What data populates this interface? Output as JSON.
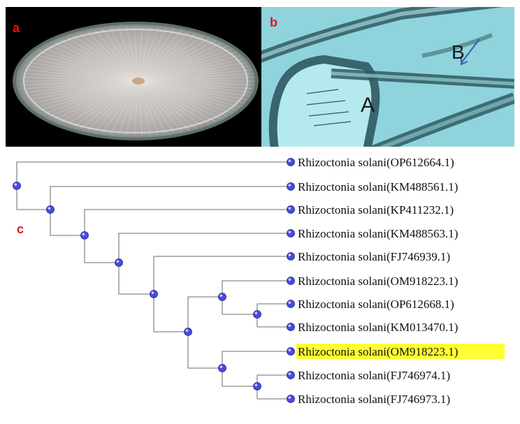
{
  "panels": {
    "a": {
      "label": "a"
    },
    "b": {
      "label": "b",
      "annotation_A": "A",
      "annotation_B": "B"
    },
    "c": {
      "label": "c"
    }
  },
  "tree": {
    "leaves": [
      "Rhizoctonia solani(OP612664.1)",
      "Rhizoctonia solani(KM488561.1)",
      "Rhizoctonia solani(KP411232.1)",
      "Rhizoctonia solani(KM488563.1)",
      "Rhizoctonia solani(FJ746939.1)",
      "Rhizoctonia solani(OM918223.1)",
      "Rhizoctonia solani(OP612668.1)",
      "Rhizoctonia solani(KM013470.1)",
      "Rhizoctonia solani(OM918223.1)",
      "Rhizoctonia solani(FJ746974.1)",
      "Rhizoctonia solani(FJ746973.1)"
    ],
    "highlighted_leaf_index": 8,
    "highlight_color": "#ffff33",
    "node_color": "#4a4adf",
    "branch_color": "#8a8a8a"
  }
}
